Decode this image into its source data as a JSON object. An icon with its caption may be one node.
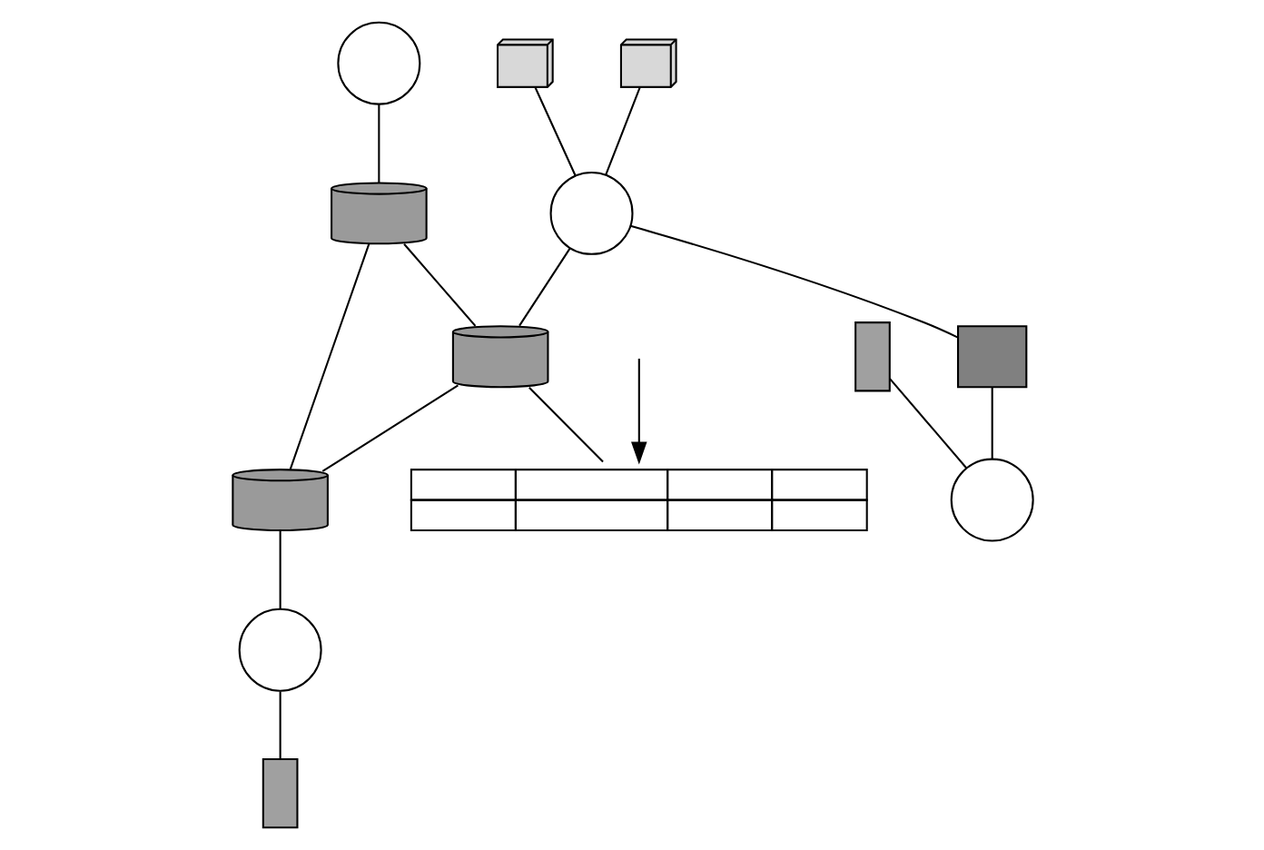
{
  "diagram": {
    "nodes": [
      {
        "text": [],
        "shape": "circle"
      },
      {
        "text": [],
        "shape": "router"
      },
      {
        "text": [],
        "shape": "computer"
      },
      {
        "text": [],
        "shape": "computer"
      },
      {
        "text": [],
        "shape": "circle"
      },
      {
        "text": [],
        "shape": "router"
      },
      {
        "text": [],
        "shape": "router"
      },
      {
        "text": [],
        "shape": "circle"
      },
      {
        "text": [],
        "shape": "server"
      },
      {
        "text": [],
        "shape": "box"
      },
      {
        "text": [],
        "shape": "server"
      },
      {
        "text": [],
        "shape": "circle"
      },
      {
        "text": [],
        "shape": "table"
      }
    ],
    "edges": [
      {
        "from": 0,
        "to": 1,
        "arrow": "none"
      },
      {
        "from": 1,
        "to": 5,
        "arrow": "none"
      },
      {
        "from": 1,
        "to": 6,
        "arrow": "none"
      },
      {
        "from": 2,
        "to": 4,
        "arrow": "none"
      },
      {
        "from": 3,
        "to": 4,
        "arrow": "none"
      },
      {
        "from": 4,
        "to": 5,
        "arrow": "none"
      },
      {
        "from": 5,
        "to": 6,
        "arrow": "none"
      },
      {
        "from": 6,
        "to": 7,
        "arrow": "none"
      },
      {
        "from": 7,
        "to": 8,
        "arrow": "none"
      },
      {
        "from": 4,
        "to": 9,
        "arrow": "none"
      },
      {
        "from": 9,
        "to": 11,
        "arrow": "none"
      },
      {
        "from": 10,
        "to": 11,
        "arrow": "none"
      },
      {
        "from": 5,
        "to": 12,
        "arrow": "none"
      },
      {
        "from": null,
        "to": 12,
        "arrow": "to"
      }
    ]
  }
}
